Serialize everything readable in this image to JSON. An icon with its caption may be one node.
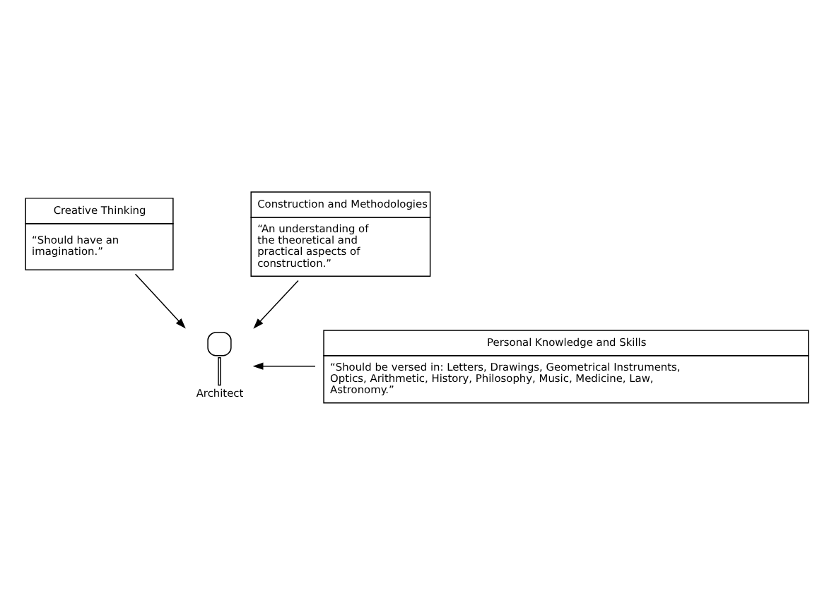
{
  "diagram": {
    "nodes": [
      {
        "text": [
          "Creative Thinking",
          "“Should have an imagination.”"
        ]
      },
      {
        "text": [
          "Construction and Methodologies",
          "“An understanding of the theoretical and practical aspects of construction.”"
        ]
      },
      {
        "text": [],
        "shape": "person",
        "beside": [
          "Architect"
        ]
      },
      {
        "text": [
          "Personal Knowledge and Skills",
          "“Should be versed in: Letters, Drawings, Geometrical Instruments, Optics, Arithmetic, History, Philosophy, Music, Medicine, Law, Astronomy.”"
        ]
      }
    ],
    "edges": [
      {
        "from": 0,
        "to": 2,
        "arrow": "to"
      },
      {
        "from": 1,
        "to": 2,
        "arrow": "to"
      },
      {
        "from": 3,
        "to": 2,
        "arrow": "to"
      }
    ]
  }
}
